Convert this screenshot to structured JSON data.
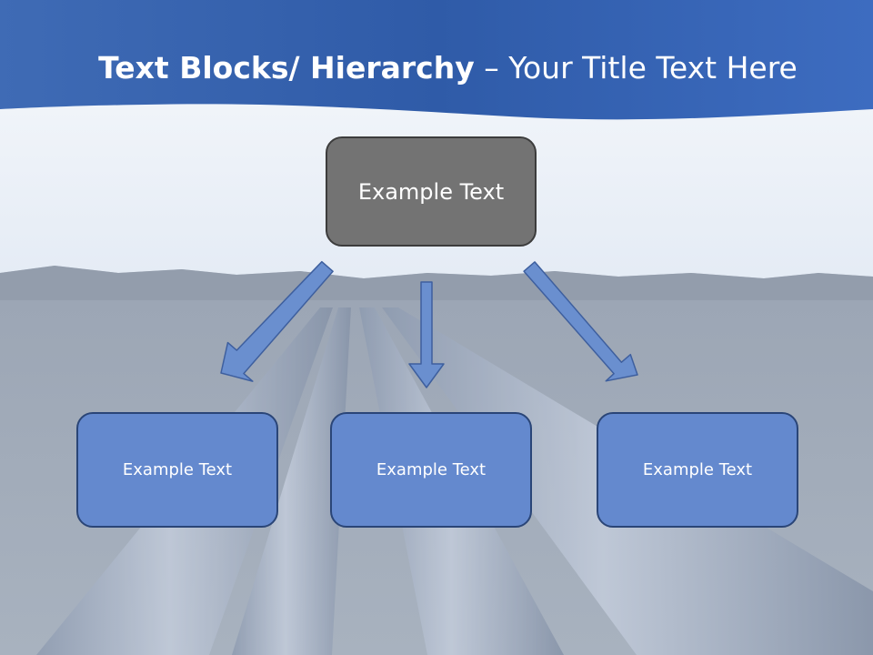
{
  "slide": {
    "title_bold": "Text Blocks/ Hierarchy",
    "title_rest": " – Your Title Text Here"
  },
  "hierarchy": {
    "top": "Example Text",
    "children": [
      "Example Text",
      "Example Text",
      "Example Text"
    ]
  },
  "colors": {
    "header_band": "#3b69b8",
    "top_box": "#737373",
    "child_box": "#6489ce",
    "arrow": "#6a8fcf"
  }
}
